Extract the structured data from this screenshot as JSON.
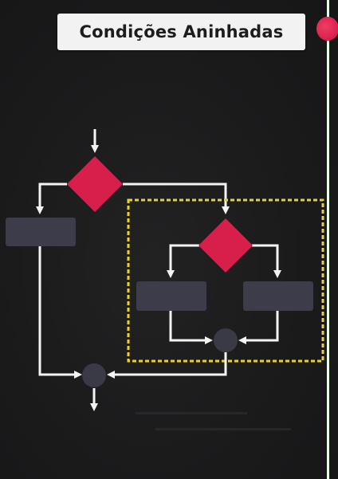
{
  "title": "Condições Aninhadas",
  "colors": {
    "background": "#1b1b1c",
    "decision": "#d81f4c",
    "process": "#3c3c4a",
    "merge": "#3a3a47",
    "arrow": "#f4f4f4",
    "highlight": "#e9d22a",
    "timeline_line": "#e9ffe9",
    "timeline_dot": "#d81f4c"
  },
  "nodes": {
    "outer_decision": {
      "shape": "diamond"
    },
    "outer_else_process": {
      "shape": "rectangle"
    },
    "inner_decision": {
      "shape": "diamond"
    },
    "inner_true_process": {
      "shape": "rectangle"
    },
    "inner_false_process": {
      "shape": "rectangle"
    },
    "inner_merge": {
      "shape": "circle"
    },
    "outer_merge": {
      "shape": "circle"
    }
  },
  "nested_group": {
    "style": "dashed-highlight"
  }
}
